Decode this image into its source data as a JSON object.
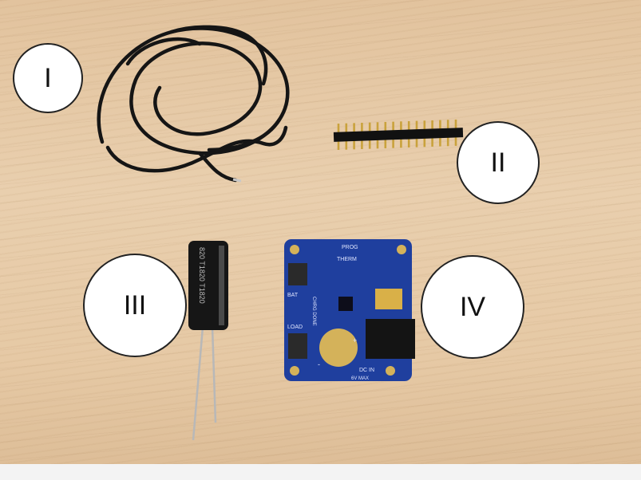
{
  "labels": {
    "one": "I",
    "two": "II",
    "three": "III",
    "four": "IV"
  },
  "capacitor_text": "820 T1820 T1820",
  "board_text": {
    "prog": "PROG",
    "therm": "THERM",
    "bat": "BAT",
    "load": "LOAD",
    "chrg_done": "CHRG DONE",
    "dc_in": "DC IN",
    "max": "6V MAX",
    "plus": "+",
    "minus": "-"
  },
  "colors": {
    "table": "#e6c9a5",
    "board": "#1f3f9e",
    "cable": "#151515",
    "capacitor": "#161616",
    "header_pins": "#c9a23c",
    "circle_fill": "#ffffff"
  }
}
